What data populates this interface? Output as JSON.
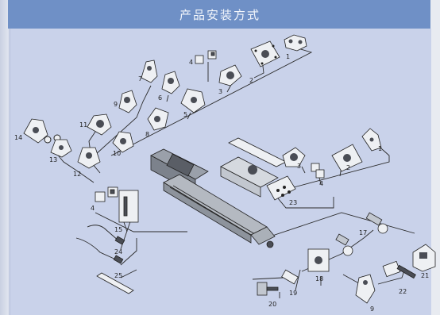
{
  "header": {
    "title": "产品安装方式"
  },
  "callouts": {
    "c1a": "1",
    "c2a": "2",
    "c3a": "3",
    "c4a": "4",
    "c5a": "5",
    "c6a": "6",
    "c7a": "7",
    "c8a": "8",
    "c9a": "9",
    "c10": "10",
    "c11": "11",
    "c12": "12",
    "c13": "13",
    "c14": "14",
    "c1b": "1",
    "c2b": "2",
    "c3b": "3",
    "c4b": "4",
    "c23": "23",
    "c4c": "4",
    "c15": "15",
    "c24": "24",
    "c25": "25",
    "c17": "17",
    "c18": "18",
    "c19": "19",
    "c20": "20",
    "c21": "21",
    "c22": "22",
    "c9b": "9"
  },
  "colors": {
    "header_bg": "#6f90c6",
    "panel_bg": "#c9d2ea",
    "part_fill": "#eef0f3",
    "part_dark": "#4a4d55"
  }
}
